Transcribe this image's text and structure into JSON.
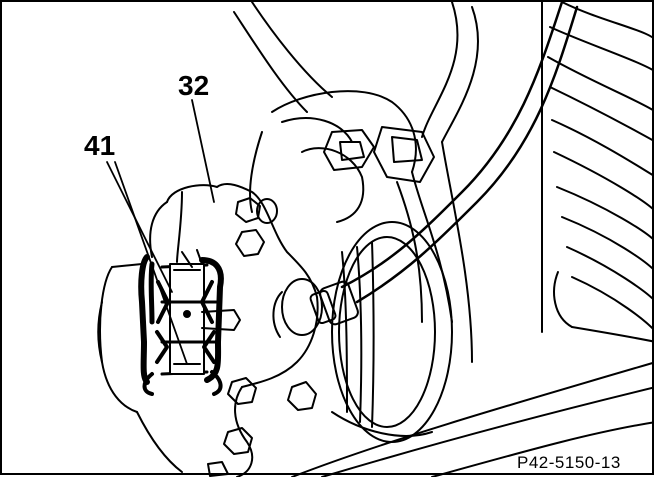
{
  "figure": {
    "callouts": [
      {
        "id": "32",
        "label": "32"
      },
      {
        "id": "41",
        "label": "41"
      }
    ],
    "figure_id": "P42-5150-13"
  },
  "colors": {
    "ink": "#000000",
    "paper": "#ffffff",
    "shade": "#1a1a1a"
  }
}
